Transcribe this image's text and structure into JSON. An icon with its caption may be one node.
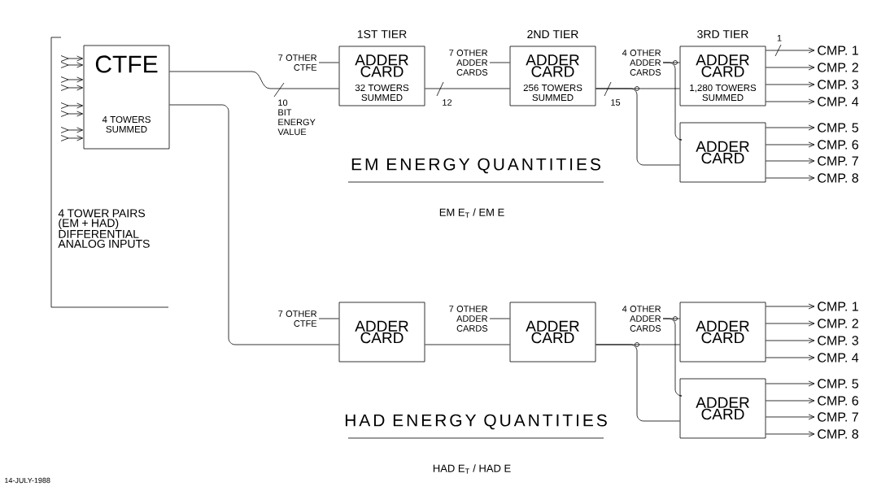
{
  "diagram": {
    "nodes": [
      {
        "text": [
          "4 TOWER PAIRS (EM + HAD) DIFFERENTIAL ANALOG INPUTS"
        ]
      },
      {
        "text": [
          "CTFE",
          "4 TOWERS SUMMED"
        ],
        "in": 0
      },
      {
        "text": [
          "ADDER CARD",
          "32 TOWERS SUMMED"
        ],
        "beside": [
          "1ST TIER"
        ]
      },
      {
        "text": [
          "ADDER CARD",
          "256 TOWERS SUMMED"
        ],
        "beside": [
          "2ND TIER"
        ]
      },
      {
        "text": [
          "ADDER CARD",
          "1,280 TOWERS SUMMED"
        ],
        "beside": [
          "3RD TIER"
        ]
      },
      {
        "text": [
          "ADDER CARD"
        ]
      },
      {
        "text": [
          "CMP. 1"
        ]
      },
      {
        "text": [
          "CMP. 2"
        ]
      },
      {
        "text": [
          "CMP. 3"
        ]
      },
      {
        "text": [
          "CMP. 4"
        ]
      },
      {
        "text": [
          "CMP. 5"
        ]
      },
      {
        "text": [
          "CMP. 6"
        ]
      },
      {
        "text": [
          "CMP. 7"
        ]
      },
      {
        "text": [
          "CMP. 8"
        ]
      },
      {
        "text": [
          "7 OTHER CTFE"
        ]
      },
      {
        "text": [
          "7 OTHER ADDER CARDS"
        ]
      },
      {
        "text": [
          "4 OTHER ADDER CARDS"
        ]
      },
      {
        "text": [
          "ADDER CARD"
        ]
      },
      {
        "text": [
          "ADDER CARD"
        ]
      },
      {
        "text": [
          "ADDER CARD"
        ]
      },
      {
        "text": [
          "ADDER CARD"
        ]
      },
      {
        "text": [
          "CMP. 1"
        ]
      },
      {
        "text": [
          "CMP. 2"
        ]
      },
      {
        "text": [
          "CMP. 3"
        ]
      },
      {
        "text": [
          "CMP. 4"
        ]
      },
      {
        "text": [
          "CMP. 5"
        ]
      },
      {
        "text": [
          "CMP. 6"
        ]
      },
      {
        "text": [
          "CMP. 7"
        ]
      },
      {
        "text": [
          "CMP. 8"
        ]
      },
      {
        "text": [
          "7 OTHER CTFE"
        ]
      },
      {
        "text": [
          "7 OTHER ADDER CARDS"
        ]
      },
      {
        "text": [
          "4 OTHER ADDER CARDS"
        ]
      }
    ],
    "edges": [
      {
        "from": null,
        "to": 1,
        "arrow": "to"
      },
      {
        "from": null,
        "to": 1,
        "arrow": "to"
      },
      {
        "from": null,
        "to": 1,
        "arrow": "to"
      },
      {
        "from": null,
        "to": 1,
        "arrow": "to"
      },
      {
        "from": null,
        "to": 1,
        "arrow": "to"
      },
      {
        "from": null,
        "to": 1,
        "arrow": "to"
      },
      {
        "from": null,
        "to": 1,
        "arrow": "to"
      },
      {
        "from": null,
        "to": 1,
        "arrow": "to"
      },
      {
        "from": 1,
        "to": 2,
        "arrow": "none",
        "label": "10 BIT ENERGY VALUE"
      },
      {
        "from": 14,
        "to": 2,
        "arrow": "none"
      },
      {
        "from": 2,
        "to": 3,
        "arrow": "none",
        "label": "12"
      },
      {
        "from": 15,
        "to": 3,
        "arrow": "none"
      },
      {
        "from": 3,
        "to": 4,
        "arrow": "none",
        "label": "15"
      },
      {
        "from": 3,
        "to": 5,
        "arrow": "none"
      },
      {
        "from": 16,
        "to": 4,
        "arrow": "none"
      },
      {
        "from": 16,
        "to": 5,
        "arrow": "none"
      },
      {
        "from": 4,
        "to": 6,
        "arrow": "to",
        "label": "1"
      },
      {
        "from": 4,
        "to": 7,
        "arrow": "to"
      },
      {
        "from": 4,
        "to": 8,
        "arrow": "to"
      },
      {
        "from": 4,
        "to": 9,
        "arrow": "to"
      },
      {
        "from": 5,
        "to": 10,
        "arrow": "to"
      },
      {
        "from": 5,
        "to": 11,
        "arrow": "to"
      },
      {
        "from": 5,
        "to": 12,
        "arrow": "to"
      },
      {
        "from": 5,
        "to": 13,
        "arrow": "to"
      },
      {
        "from": 1,
        "to": 17,
        "arrow": "none"
      },
      {
        "from": 29,
        "to": 17,
        "arrow": "none"
      },
      {
        "from": 17,
        "to": 18,
        "arrow": "none"
      },
      {
        "from": 30,
        "to": 18,
        "arrow": "none"
      },
      {
        "from": 18,
        "to": 19,
        "arrow": "none"
      },
      {
        "from": 18,
        "to": 20,
        "arrow": "none"
      },
      {
        "from": 31,
        "to": 19,
        "arrow": "none"
      },
      {
        "from": 31,
        "to": 20,
        "arrow": "none"
      },
      {
        "from": 19,
        "to": 21,
        "arrow": "to"
      },
      {
        "from": 19,
        "to": 22,
        "arrow": "to"
      },
      {
        "from": 19,
        "to": 23,
        "arrow": "to"
      },
      {
        "from": 19,
        "to": 24,
        "arrow": "to"
      },
      {
        "from": 20,
        "to": 25,
        "arrow": "to"
      },
      {
        "from": 20,
        "to": 26,
        "arrow": "to"
      },
      {
        "from": 20,
        "to": 27,
        "arrow": "to"
      },
      {
        "from": 20,
        "to": 28,
        "arrow": "to"
      }
    ],
    "labels": [
      "EM ENERGY QUANTITIES",
      "EM E$_{T}$ / EM E",
      "HAD ENERGY QUANTITIES",
      "HAD E$_{T}$ / HAD E",
      "14-JULY-1988"
    ]
  }
}
